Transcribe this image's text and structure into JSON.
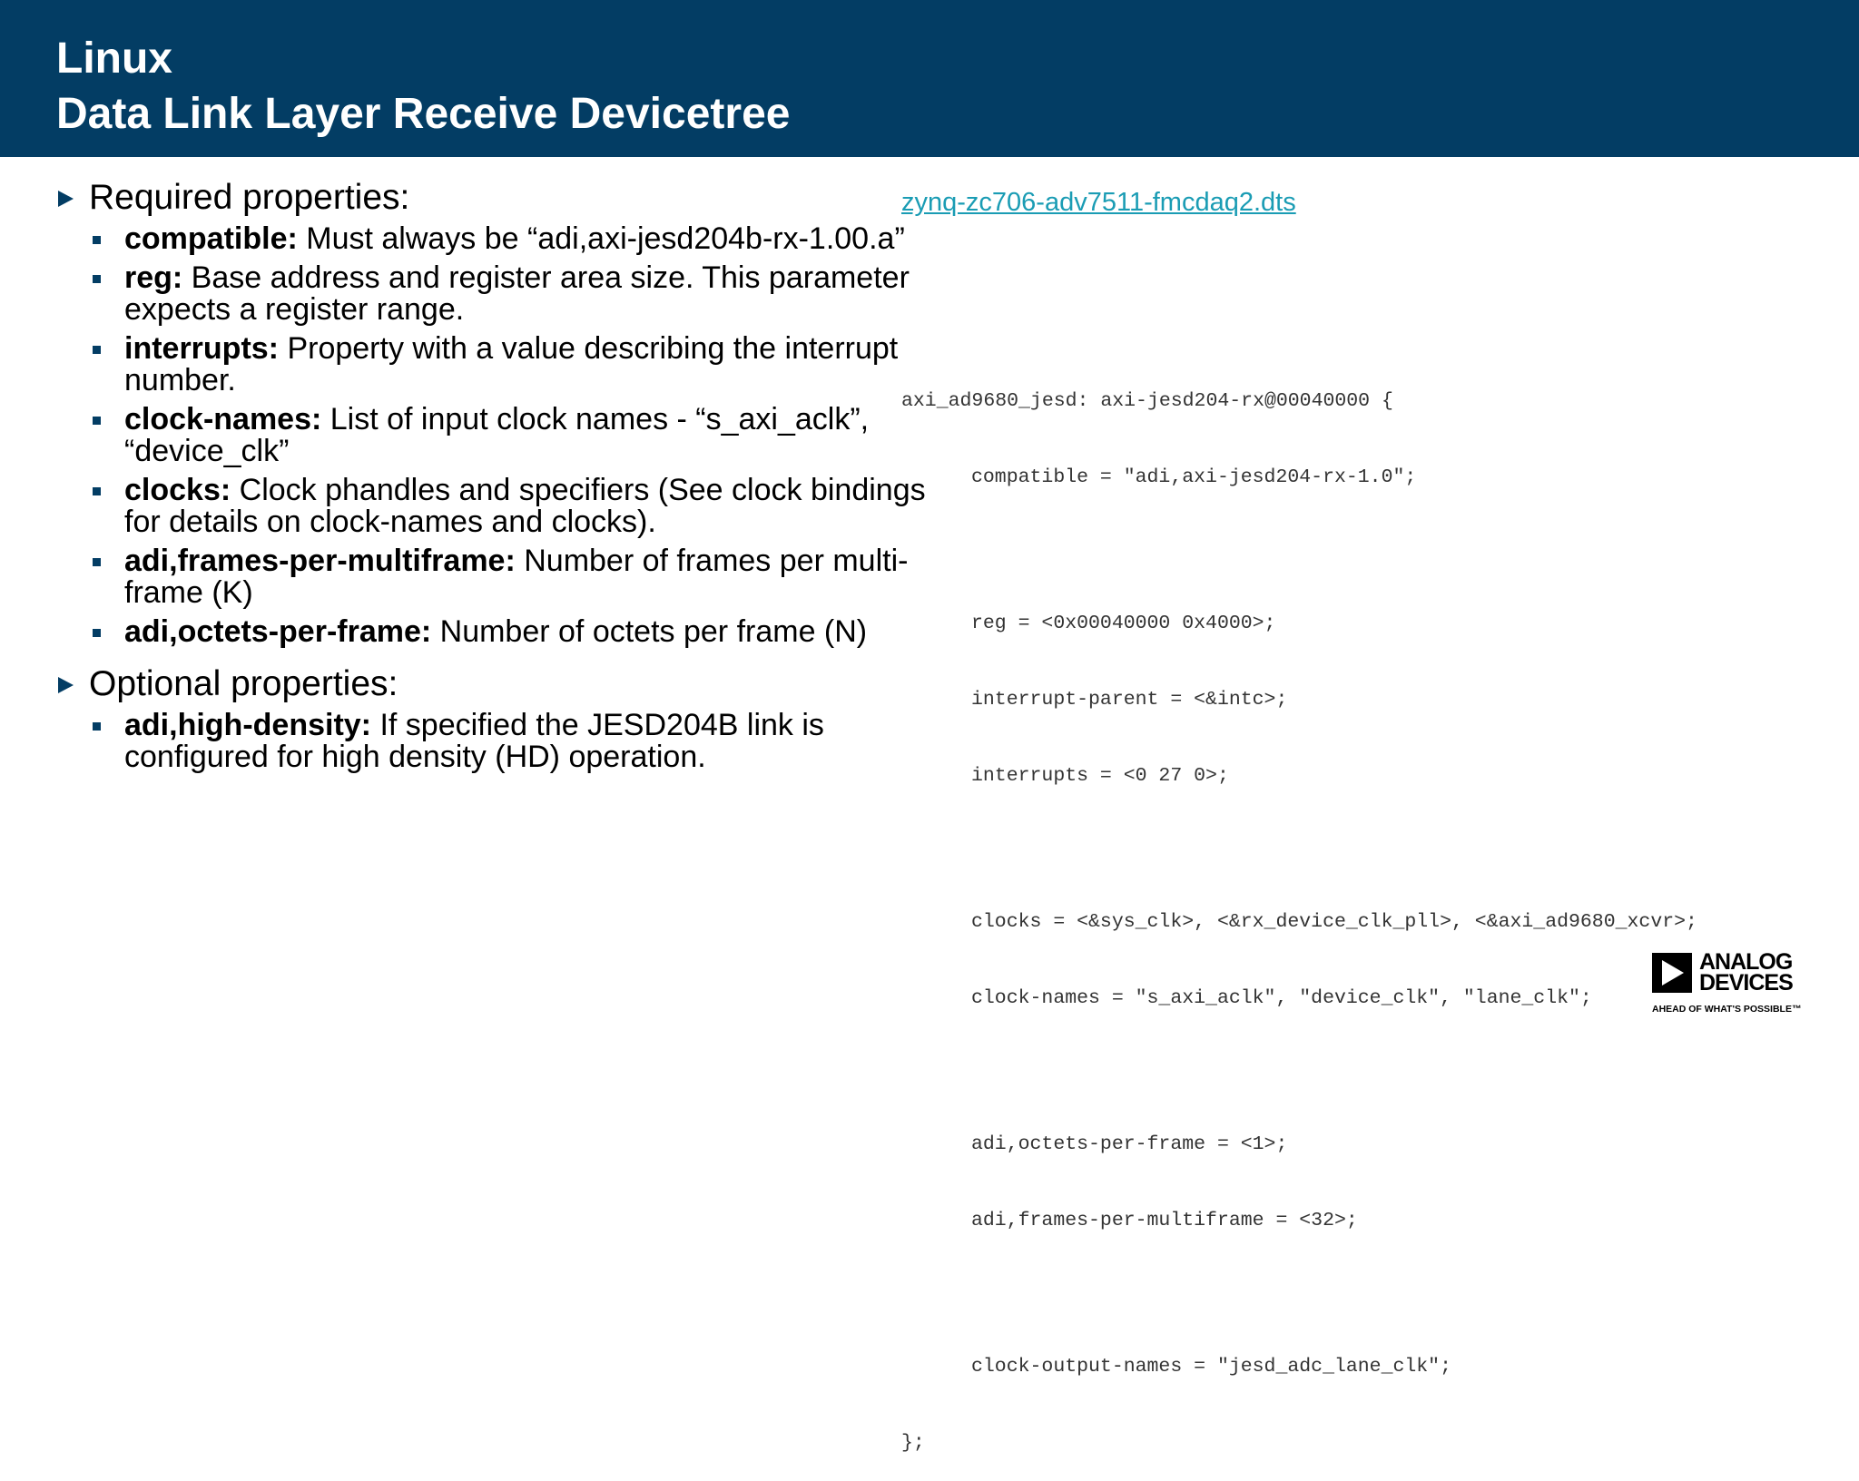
{
  "header": {
    "title_line1": "Linux",
    "title_line2": "Data Link Layer Receive Devicetree"
  },
  "required": {
    "heading": "Required properties:",
    "items": [
      {
        "name": "compatible:",
        "desc": " Must always be “adi,axi-jesd204b-rx-1.00.a”"
      },
      {
        "name": "reg:",
        "desc": " Base address and register area size. This parameter expects a register range."
      },
      {
        "name": "interrupts:",
        "desc": " Property with a value describing the interrupt number."
      },
      {
        "name": "clock-names:",
        "desc": " List of input clock names - “s_axi_aclk”, “device_clk”"
      },
      {
        "name": "clocks:",
        "desc": " Clock phandles and specifiers (See clock bindings for details on clock-names and clocks)."
      },
      {
        "name": "adi,frames-per-multiframe:",
        "desc": " Number of frames per multi-frame (K)"
      },
      {
        "name": "adi,octets-per-frame:",
        "desc": " Number of octets per frame (N)"
      }
    ]
  },
  "optional": {
    "heading": "Optional properties:",
    "items": [
      {
        "name": "adi,high-density:",
        "desc": " If specified the JESD204B link is configured for high density (HD) operation."
      }
    ]
  },
  "link": {
    "label": "zynq-zc706-adv7511-fmcdaq2.dts"
  },
  "code": {
    "line1": "axi_ad9680_jesd: axi-jesd204-rx@00040000 {",
    "line2": "compatible = \"adi,axi-jesd204-rx-1.0\";",
    "line3": "reg = <0x00040000 0x4000>;",
    "line4": "interrupt-parent = <&intc>;",
    "line5": "interrupts = <0 27 0>;",
    "line6": "clocks = <&sys_clk>, <&rx_device_clk_pll>, <&axi_ad9680_xcvr>;",
    "line7": "clock-names = \"s_axi_aclk\", \"device_clk\", \"lane_clk\";",
    "line8": "adi,octets-per-frame = <1>;",
    "line9": "adi,frames-per-multiframe = <32>;",
    "line10": "clock-output-names = \"jesd_adc_lane_clk\";",
    "line11": "};"
  },
  "logo": {
    "word1": "ANALOG",
    "word2": "DEVICES",
    "tagline": "AHEAD OF WHAT'S POSSIBLE™",
    "icon": "analog-devices-logo-icon"
  },
  "colors": {
    "header_bg": "#033d64",
    "link": "#1a9cb4",
    "bullet": "#033d64"
  }
}
